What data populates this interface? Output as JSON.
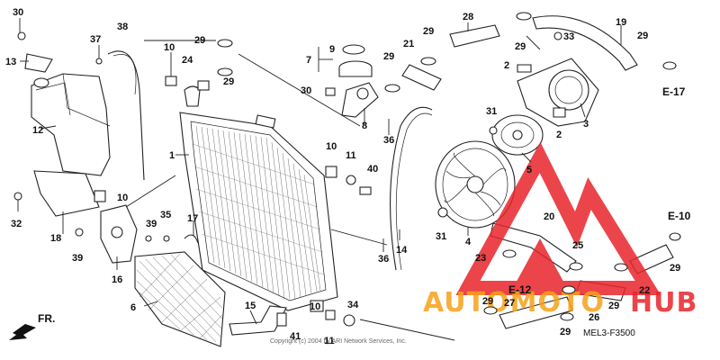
{
  "diagram_code": "MEL3-F3500",
  "front_arrow_label": "FR.",
  "copyright": "Copyright (c) 2004 by ARI Network Services, Inc.",
  "watermark": {
    "text_left": "AUTOMOTO",
    "text_right": "HUB",
    "color_red": "#e8242b",
    "color_orange": "#f6a21a"
  },
  "references": [
    "E-17",
    "E-10",
    "E-12"
  ],
  "callouts": [
    "1",
    "2",
    "2",
    "3",
    "4",
    "5",
    "6",
    "7",
    "8",
    "9",
    "10",
    "10",
    "10",
    "10",
    "11",
    "11",
    "12",
    "13",
    "14",
    "15",
    "16",
    "17",
    "18",
    "19",
    "20",
    "21",
    "22",
    "23",
    "24",
    "25",
    "26",
    "27",
    "28",
    "29",
    "29",
    "29",
    "29",
    "29",
    "29",
    "29",
    "29",
    "29",
    "29",
    "30",
    "30",
    "31",
    "31",
    "32",
    "33",
    "34",
    "35",
    "36",
    "36",
    "37",
    "38",
    "39",
    "39",
    "40",
    "41"
  ]
}
